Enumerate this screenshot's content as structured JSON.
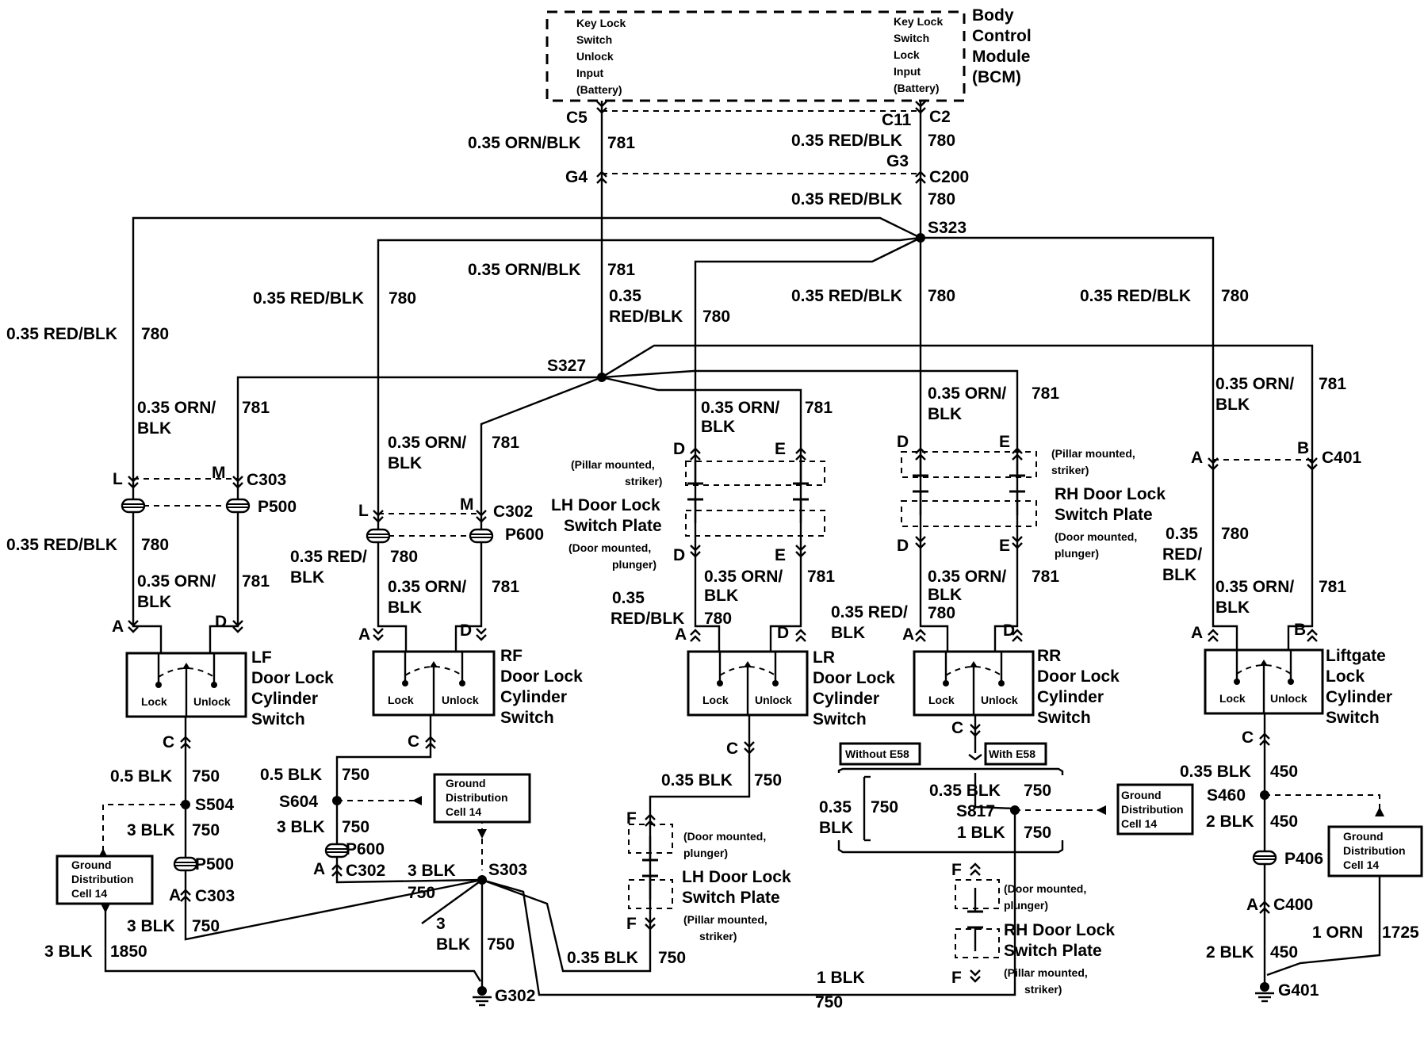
{
  "bcm": {
    "name": [
      "Body",
      "Control",
      "Module",
      "(BCM)"
    ],
    "unlock_input": [
      "Key Lock",
      "Switch",
      "Unlock",
      "Input",
      "(Battery)"
    ],
    "lock_input": [
      "Key Lock",
      "Switch",
      "Lock",
      "Input",
      "(Battery)"
    ]
  },
  "conn": {
    "c5": "C5",
    "c11": "C11",
    "c2": "C2",
    "g4": "G4",
    "g3": "G3",
    "c200": "C200",
    "c303": "C303",
    "c302": "C302",
    "c401": "C401",
    "c400": "C400",
    "p500": "P500",
    "p600": "P600",
    "p406": "P406"
  },
  "pins": {
    "l": "L",
    "m": "M",
    "a": "A",
    "b": "B",
    "c": "C",
    "d": "D",
    "e": "E",
    "f": "F"
  },
  "splices": {
    "s323": "S323",
    "s327": "S327",
    "s504": "S504",
    "s604": "S604",
    "s303": "S303",
    "s817": "S817",
    "s460": "S460"
  },
  "grounds": {
    "g302": "G302",
    "g401": "G401"
  },
  "ground_ref": [
    "Ground",
    "Distribution",
    "Cell 14"
  ],
  "wires": {
    "orn_blk_035": "0.35 ORN/BLK",
    "red_blk_035": "0.35 RED/BLK",
    "orn_035": "0.35 ORN/",
    "red_035": "0.35 RED/",
    "blk": "BLK",
    "red_blk": "RED/BLK",
    "red_slash": "RED/",
    "w035": "0.35",
    "blk_035": "0.35 BLK",
    "blk_05": "0.5 BLK",
    "blk_3": "3 BLK",
    "blk_2": "2 BLK",
    "blk_1": "1 BLK",
    "three": "3",
    "orn_1": "1 ORN",
    "c781": "781",
    "c780": "780",
    "c750": "750",
    "c450": "450",
    "c1850": "1850",
    "c1725": "1725"
  },
  "switches": {
    "lf": [
      "LF",
      "Door Lock",
      "Cylinder",
      "Switch"
    ],
    "rf": [
      "RF",
      "Door Lock",
      "Cylinder",
      "Switch"
    ],
    "lr": [
      "LR",
      "Door Lock",
      "Cylinder",
      "Switch"
    ],
    "rr": [
      "RR",
      "Door Lock",
      "Cylinder",
      "Switch"
    ],
    "lg": [
      "Liftgate",
      "Lock",
      "Cylinder",
      "Switch"
    ],
    "lock": "Lock",
    "unlock": "Unlock"
  },
  "plates": {
    "lh": [
      "LH Door Lock",
      "Switch Plate"
    ],
    "rh": [
      "RH Door Lock",
      "Switch Plate"
    ],
    "pillar": [
      "(Pillar mounted,",
      "striker)"
    ],
    "door": [
      "(Door mounted,",
      "plunger)"
    ]
  },
  "options": {
    "without": "Without E58",
    "with": "With E58"
  }
}
